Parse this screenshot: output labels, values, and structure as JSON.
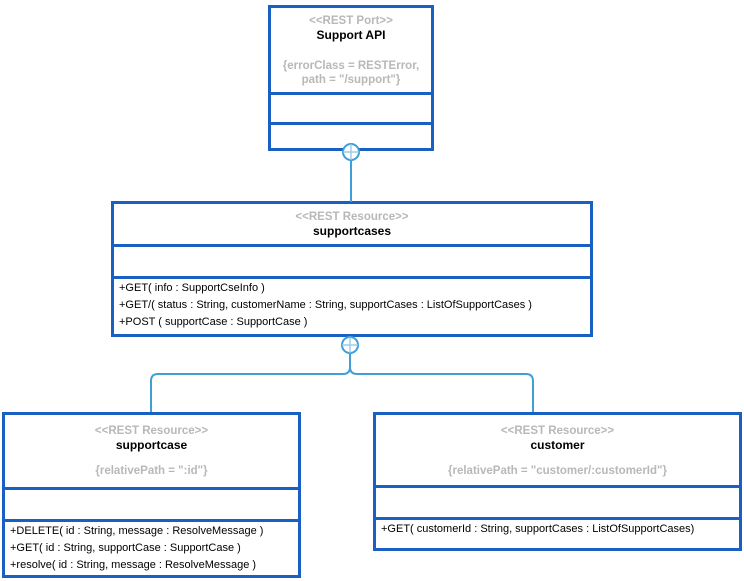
{
  "colors": {
    "node_border": "#1a5fc2",
    "connector": "#3f9fd6",
    "muted_text": "#b8b8b8",
    "name_text": "#000000"
  },
  "nodes": {
    "support_api": {
      "stereotype": "<<REST Port>>",
      "name": "Support API",
      "tagged_values": [
        "{errorClass = RESTError,",
        "path = \"/support\"}"
      ]
    },
    "supportcases": {
      "stereotype": "<<REST Resource>>",
      "name": "supportcases",
      "methods": [
        "+GET( info : SupportCseInfo )",
        "+GET/( status : String, customerName : String, supportCases : ListOfSupportCases )",
        "+POST ( supportCase : SupportCase )"
      ]
    },
    "supportcase": {
      "stereotype": "<<REST Resource>>",
      "name": "supportcase",
      "tagged_values": [
        "{relativePath = \":id\"}"
      ],
      "methods": [
        "+DELETE( id : String, message : ResolveMessage )",
        "+GET( id : String, supportCase : SupportCase )",
        "+resolve( id : String, message : ResolveMessage )"
      ]
    },
    "customer": {
      "stereotype": "<<REST Resource>>",
      "name": "customer",
      "tagged_values": [
        "{relativePath = \"customer/:customerId\"}"
      ],
      "methods": [
        "+GET( customerId : String, supportCases : ListOfSupportCases)"
      ]
    }
  }
}
